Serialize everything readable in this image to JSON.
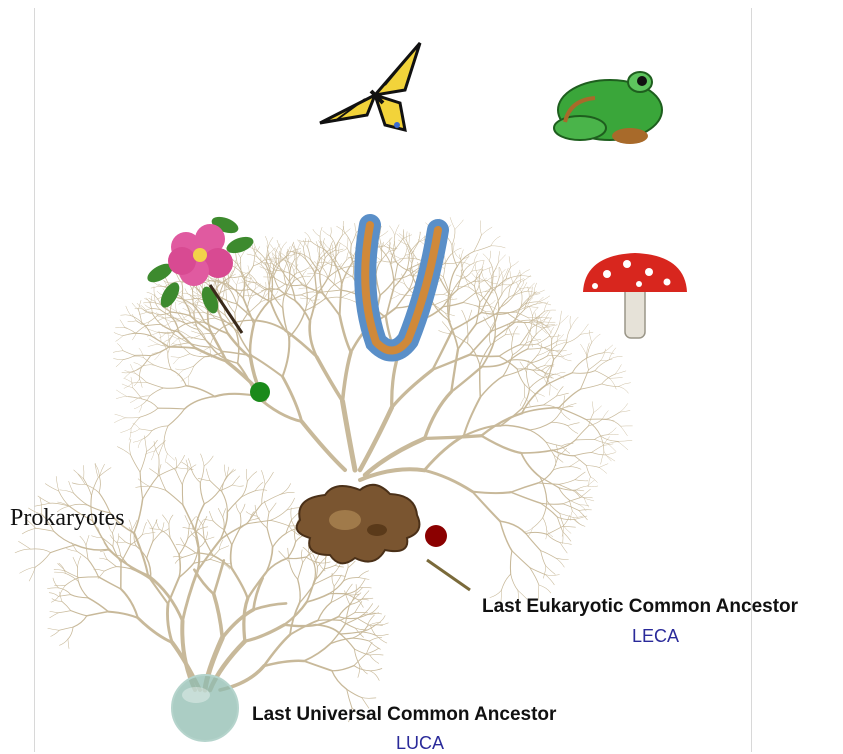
{
  "labels": {
    "prokaryotes": "Prokaryotes",
    "leca_name": "Last Eukaryotic Common Ancestor",
    "leca_abbr": "LECA",
    "luca_name": "Last Universal Common Ancestor",
    "luca_abbr": "LUCA"
  },
  "colors": {
    "branch": "#c8b99a",
    "plant_node": "#1a8a1a",
    "leca_node": "#8b0000",
    "luca_bubble": "#8fbcb0",
    "label_blue": "#2a2a9a"
  },
  "organisms": [
    {
      "id": "butterfly",
      "icon": "butterfly-icon"
    },
    {
      "id": "frog",
      "icon": "frog-icon"
    },
    {
      "id": "rose",
      "icon": "rose-flower-icon"
    },
    {
      "id": "sea-worm",
      "icon": "sea-slug-icon"
    },
    {
      "id": "mushroom",
      "icon": "mushroom-icon"
    },
    {
      "id": "protist",
      "icon": "amoeba-icon"
    }
  ]
}
